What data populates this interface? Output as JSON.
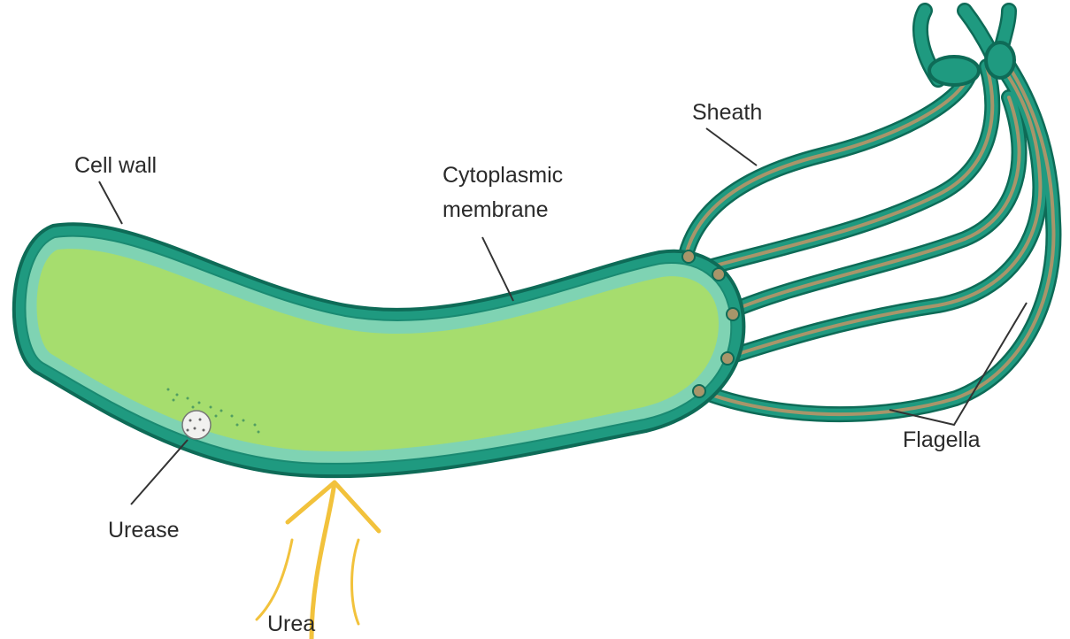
{
  "labels": {
    "cell_wall": "Cell wall",
    "cytoplasmic_line1": "Cytoplasmic",
    "cytoplasmic_line2": "membrane",
    "sheath": "Sheath",
    "flagella": "Flagella",
    "urease": "Urease",
    "urea": "Urea"
  },
  "colors": {
    "cell_wall": "#1f9a80",
    "cell_wall_dark": "#0e6b57",
    "membrane": "#7fd3b3",
    "cytoplasm": "#a6dd6e",
    "flagellum_core": "#a8956a",
    "arrow": "#f2c23c"
  }
}
